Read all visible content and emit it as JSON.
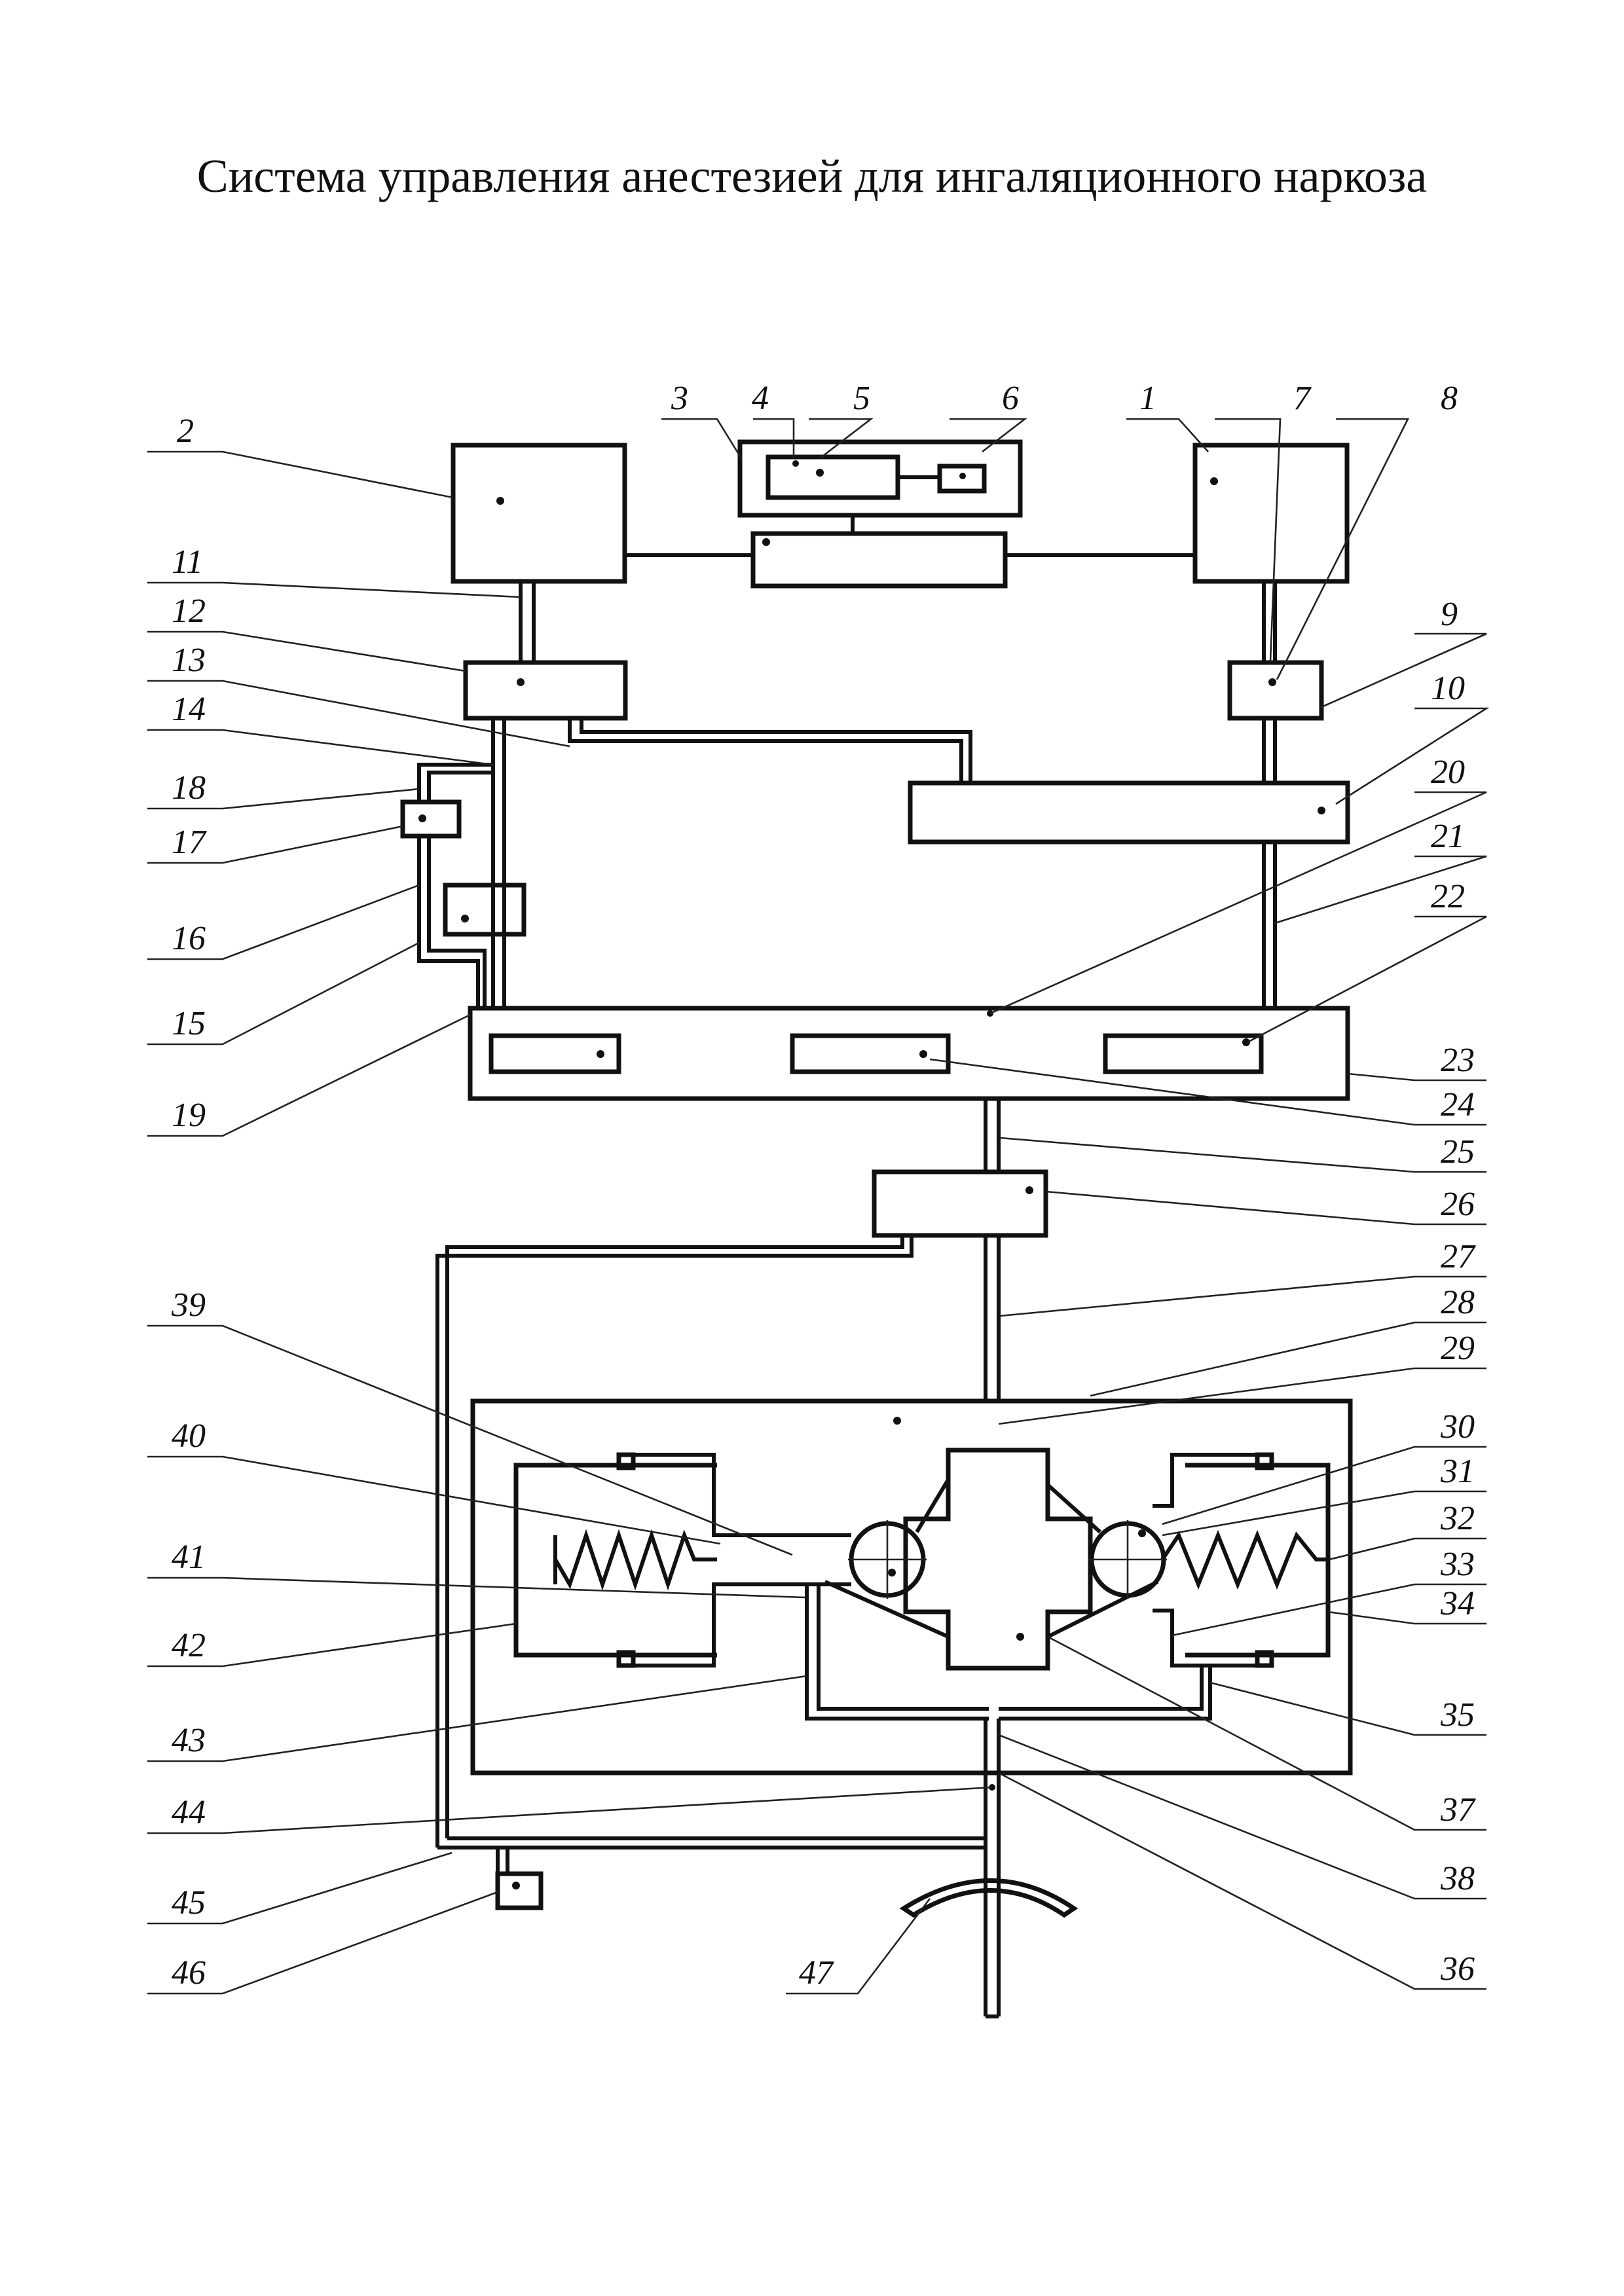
{
  "title": "Система управления анестезией для ингаляционного наркоза",
  "labels": {
    "1": "1",
    "2": "2",
    "3": "3",
    "4": "4",
    "5": "5",
    "6": "6",
    "7": "7",
    "8": "8",
    "9": "9",
    "10": "10",
    "11": "11",
    "12": "12",
    "13": "13",
    "14": "14",
    "15": "15",
    "16": "16",
    "17": "17",
    "18": "18",
    "19": "19",
    "20": "20",
    "21": "21",
    "22": "22",
    "23": "23",
    "24": "24",
    "25": "25",
    "26": "26",
    "27": "27",
    "28": "28",
    "29": "29",
    "30": "30",
    "31": "31",
    "32": "32",
    "33": "33",
    "34": "34",
    "35": "35",
    "36": "36",
    "37": "37",
    "38": "38",
    "39": "39",
    "40": "40",
    "41": "41",
    "42": "42",
    "43": "43",
    "44": "44",
    "45": "45",
    "46": "46",
    "47": "47"
  }
}
